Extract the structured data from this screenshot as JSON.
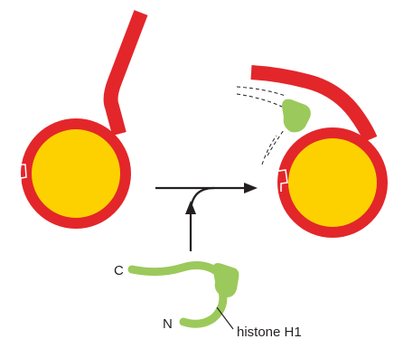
{
  "labels": {
    "c_terminus": "C",
    "n_terminus": "N",
    "histone": "histone H1"
  },
  "colors": {
    "dna": "#e3262a",
    "histone_core": "#fdd100",
    "linker_histone": "#9cc95b",
    "arrow": "#231f20",
    "text": "#231f20"
  }
}
